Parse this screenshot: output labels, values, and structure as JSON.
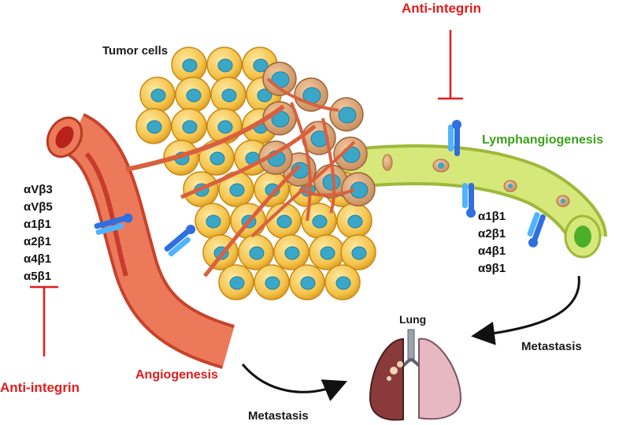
{
  "labels": {
    "tumor_cells": "Tumor cells",
    "anti_integrin_top": "Anti-integrin",
    "anti_integrin_bottom": "Anti-integrin",
    "lymphangiogenesis": "Lymphangiogenesis",
    "angiogenesis": "Angiogenesis",
    "metastasis_right": "Metastasis",
    "metastasis_bottom": "Metastasis",
    "lung": "Lung"
  },
  "blood_vessel_integrins": [
    "αVβ3",
    "αVβ5",
    "α1β1",
    "α2β1",
    "α4β1",
    "α5β1"
  ],
  "lymphatic_integrins": [
    "α1β1",
    "α2β1",
    "α4β1",
    "α9β1"
  ],
  "colors": {
    "inhibitor_red": "#e21b1b",
    "lymph_green": "#3aa11a",
    "vessel_red": "#e8674a",
    "lymph_vessel": "#c7dc5a",
    "tumor_cell": "#f4c34a",
    "nucleus": "#3aa7c9",
    "integrin_blue": "#2f6fe0"
  }
}
